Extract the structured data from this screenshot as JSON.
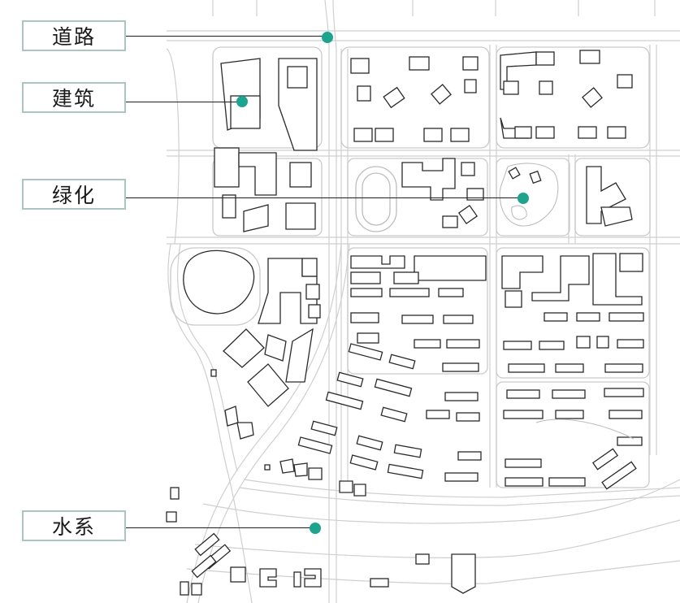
{
  "legend": {
    "accent_color": "#1aa58f",
    "box_border_color": "#a9c7c0",
    "items": [
      {
        "label": "道路"
      },
      {
        "label": "建筑"
      },
      {
        "label": "绿化"
      },
      {
        "label": "水系"
      }
    ]
  }
}
